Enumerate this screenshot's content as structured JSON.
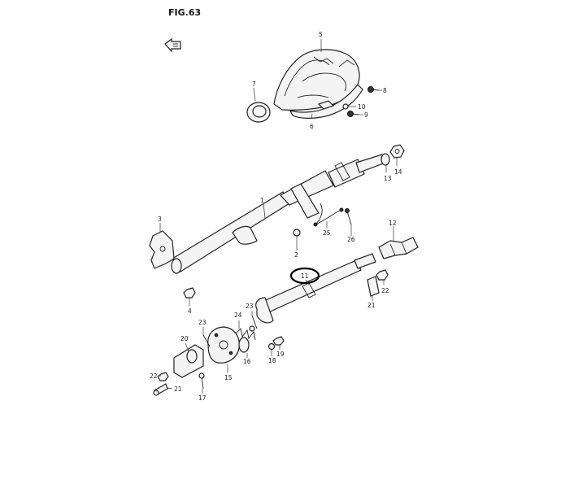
{
  "figure": {
    "title": "FIG.63",
    "arrow_icon": "front-arrow-icon"
  },
  "parts": {
    "p1": "1",
    "p2": "2",
    "p3": "3",
    "p4": "4",
    "p5": "5",
    "p6": "6",
    "p7": "7",
    "p8": "8",
    "p9": "9",
    "p10": "10",
    "p11": "11",
    "p12": "12",
    "p13": "13",
    "p14": "14",
    "p15": "15",
    "p16": "16",
    "p17": "17",
    "p18": "18",
    "p19": "19",
    "p20": "20",
    "p21a": "21",
    "p21b": "21",
    "p22a": "22",
    "p22b": "22",
    "p23a": "23",
    "p23b": "23",
    "p24": "24",
    "p25": "25",
    "p26": "26"
  },
  "highlight": {
    "part": "11",
    "color": "#000000"
  }
}
